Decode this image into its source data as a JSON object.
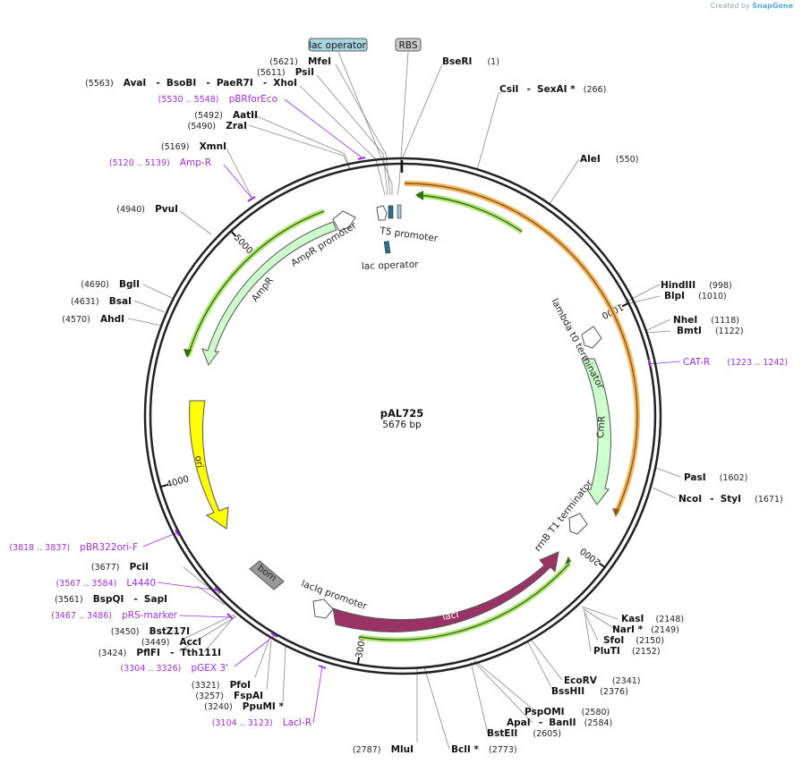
{
  "credit": {
    "prefix": "Created by",
    "brand": "SnapGene"
  },
  "plasmid": {
    "name": "pAL725",
    "size_label": "5676 bp",
    "length_bp": 5676
  },
  "colors": {
    "backbone": "#222222",
    "ampr": "#ccffcc",
    "cmr": "#ccffcc",
    "laci": "#993366",
    "ori": "#ffff00",
    "bom": "#999999",
    "operator": "#2f6f8f",
    "orange_highlight": "#f0b060",
    "green_highlight": "#a6e060",
    "primer": "#9b30d9",
    "lac_operator_box": "#a8d4e0",
    "rbs_box": "#cccccc"
  },
  "ruler_ticks": [
    "1000",
    "2000",
    "3000",
    "4000",
    "5000"
  ],
  "top_boxes": [
    {
      "label": "lac operator",
      "color_key": "lac_operator_box"
    },
    {
      "label": "RBS",
      "color_key": "rbs_box"
    }
  ],
  "features": [
    {
      "label": "T5 promoter"
    },
    {
      "label": "lac operator"
    },
    {
      "label": "AmpR promoter"
    },
    {
      "label": "AmpR"
    },
    {
      "label": "lambda t0 terminator"
    },
    {
      "label": "CmR"
    },
    {
      "label": "rrnB T1 terminator"
    },
    {
      "label": "ori"
    },
    {
      "label": "bom"
    },
    {
      "label": "lacIq promoter"
    },
    {
      "label": "lacI"
    }
  ],
  "right_sites": [
    {
      "parts": [
        {
          "name": "BseRI",
          "num": "(1)"
        }
      ]
    },
    {
      "parts": [
        {
          "name": "CsiI",
          "num": ""
        },
        {
          "name": "SexAI *",
          "num": "(266)"
        }
      ]
    },
    {
      "parts": [
        {
          "name": "AleI",
          "num": "(550)"
        }
      ]
    },
    {
      "parts": [
        {
          "name": "HindIII",
          "num": "(998)"
        }
      ]
    },
    {
      "parts": [
        {
          "name": "BlpI",
          "num": "(1010)"
        }
      ]
    },
    {
      "parts": [
        {
          "name": "NheI",
          "num": "(1118)"
        }
      ]
    },
    {
      "parts": [
        {
          "name": "BmtI",
          "num": "(1122)"
        }
      ]
    },
    {
      "parts": [
        {
          "name": "PasI",
          "num": "(1602)"
        }
      ]
    },
    {
      "parts": [
        {
          "name": "NcoI",
          "num": ""
        },
        {
          "name": "StyI",
          "num": "(1671)"
        }
      ]
    },
    {
      "parts": [
        {
          "name": "KasI",
          "num": "(2148)"
        }
      ]
    },
    {
      "parts": [
        {
          "name": "NarI *",
          "num": "(2149)"
        }
      ]
    },
    {
      "parts": [
        {
          "name": "SfoI",
          "num": "(2150)"
        }
      ]
    },
    {
      "parts": [
        {
          "name": "PluTI",
          "num": "(2152)"
        }
      ]
    },
    {
      "parts": [
        {
          "name": "EcoRV",
          "num": "(2341)"
        }
      ]
    },
    {
      "parts": [
        {
          "name": "BssHII",
          "num": "(2376)"
        }
      ]
    },
    {
      "parts": [
        {
          "name": "PspOMI",
          "num": "(2580)"
        }
      ]
    },
    {
      "parts": [
        {
          "name": "ApaI",
          "num": ""
        },
        {
          "name": "BanII",
          "num": "(2584)"
        }
      ]
    },
    {
      "parts": [
        {
          "name": "BstEII",
          "num": "(2605)"
        }
      ]
    },
    {
      "parts": [
        {
          "name": "BclI *",
          "num": "(2773)"
        }
      ]
    }
  ],
  "left_sites": [
    {
      "num": "(5621)",
      "names": [
        "MfeI"
      ]
    },
    {
      "num": "(5611)",
      "names": [
        "PsiI"
      ]
    },
    {
      "num": "(5563)",
      "names": [
        "AvaI",
        "BsoBI",
        "PaeR7I",
        "XhoI"
      ]
    },
    {
      "num": "(5492)",
      "names": [
        "AatII"
      ]
    },
    {
      "num": "(5490)",
      "names": [
        "ZraI"
      ]
    },
    {
      "num": "(5169)",
      "names": [
        "XmnI"
      ]
    },
    {
      "num": "(4940)",
      "names": [
        "PvuI"
      ]
    },
    {
      "num": "(4690)",
      "names": [
        "BglI"
      ]
    },
    {
      "num": "(4631)",
      "names": [
        "BsaI"
      ]
    },
    {
      "num": "(4570)",
      "names": [
        "AhdI"
      ]
    },
    {
      "num": "(3677)",
      "names": [
        "PciI"
      ]
    },
    {
      "num": "(3561)",
      "names": [
        "BspQI",
        "SapI"
      ]
    },
    {
      "num": "(3450)",
      "names": [
        "BstZ17I"
      ]
    },
    {
      "num": "(3449)",
      "names": [
        "AccI"
      ]
    },
    {
      "num": "(3424)",
      "names": [
        "PflFI",
        "Tth111I"
      ]
    },
    {
      "num": "(3321)",
      "names": [
        "PfoI"
      ]
    },
    {
      "num": "(3257)",
      "names": [
        "FspAI"
      ]
    },
    {
      "num": "(3240)",
      "names": [
        "PpuMI *"
      ]
    },
    {
      "num": "(2787)",
      "names": [
        "MluI"
      ]
    }
  ],
  "primers": [
    {
      "range": "(5530 .. 5548)",
      "name": "pBRforEco"
    },
    {
      "range": "(5120 .. 5139)",
      "name": "Amp-R"
    },
    {
      "range": "(1223 .. 1242)",
      "name": "CAT-R"
    },
    {
      "range": "(3818 .. 3837)",
      "name": "pBR322ori-F"
    },
    {
      "range": "(3567 .. 3584)",
      "name": "L4440"
    },
    {
      "range": "(3467 .. 3486)",
      "name": "pRS-marker"
    },
    {
      "range": "(3304 .. 3326)",
      "name": "pGEX 3'"
    },
    {
      "range": "(3104 .. 3123)",
      "name": "LacI-R"
    }
  ]
}
